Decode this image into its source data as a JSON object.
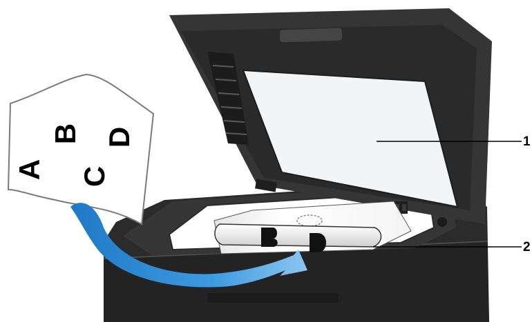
{
  "document_letters": [
    "A",
    "B",
    "C",
    "D"
  ],
  "callouts": [
    {
      "number": "1",
      "target": "document-cover"
    },
    {
      "number": "2",
      "target": "platen-glass"
    }
  ],
  "colors": {
    "body": "#2b2b2b",
    "cover": "#353535",
    "cover_inner": "#2a2a2a",
    "cover_white": "#f3f4f6",
    "glass": "#ffffff",
    "arrow": "#2f8fd6",
    "paper": "#ffffff"
  }
}
